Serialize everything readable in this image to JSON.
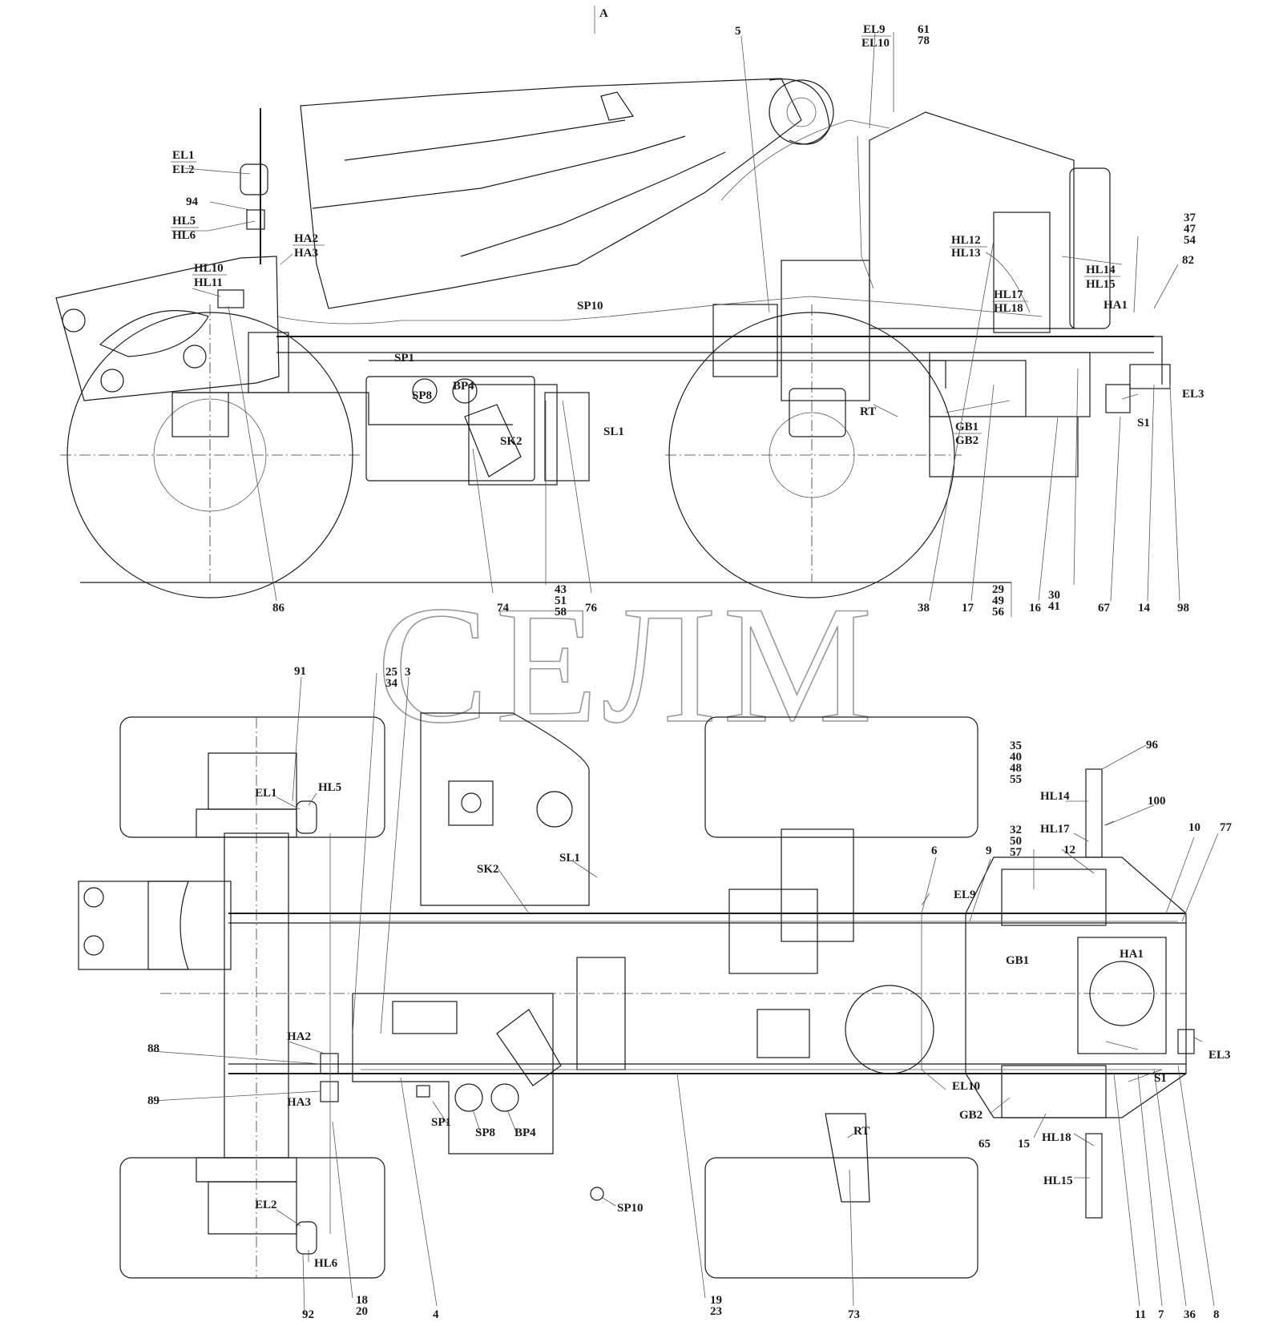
{
  "watermark": "СЕЛМ",
  "view_marker": "А",
  "side_labels": {
    "el1_el2": [
      "EL1",
      "EL2"
    ],
    "n94": "94",
    "hl5_hl6": [
      "HL5",
      "HL6"
    ],
    "ha2_ha3": [
      "HA2",
      "HA3"
    ],
    "hl10_hl11": [
      "HL10",
      "HL11"
    ],
    "sp1": "SP1",
    "sp8": "SP8",
    "bp4": "BP4",
    "sk2": "SK2",
    "sp10": "SP10",
    "sl1": "SL1",
    "n5": "5",
    "el9_el10": [
      "EL9",
      "EL10"
    ],
    "n61_78": [
      "61",
      "78"
    ],
    "hl12_hl13": [
      "HL12",
      "HL13"
    ],
    "hl17_hl18": [
      "HL17",
      "HL18"
    ],
    "hl14_hl15": [
      "HL14",
      "HL15"
    ],
    "ha1": "HA1",
    "n37_47_54": [
      "37",
      "47",
      "54"
    ],
    "n82": "82",
    "el3": "EL3",
    "s1": "S1",
    "rt": "RT",
    "gb1_gb2": [
      "GB1",
      "GB2"
    ],
    "n86": "86",
    "n74": "74",
    "n43_51_58": [
      "43",
      "51",
      "58"
    ],
    "n76": "76",
    "n38": "38",
    "n17": "17",
    "n29_49_56": [
      "29",
      "49",
      "56"
    ],
    "n16": "16",
    "n30_41": [
      "30",
      "41"
    ],
    "n67": "67",
    "n14": "14",
    "n98": "98"
  },
  "top_labels": {
    "n91": "91",
    "n25_34": [
      "25",
      "34"
    ],
    "n3": "3",
    "el1": "EL1",
    "hl5": "HL5",
    "sk2": "SK2",
    "sl1": "SL1",
    "n6": "6",
    "n9": "9",
    "el9": "EL9",
    "n32_50_57": [
      "32",
      "50",
      "57"
    ],
    "n35_40_48_55": [
      "35",
      "40",
      "48",
      "55"
    ],
    "n96": "96",
    "hl14": "HL14",
    "n100": "100",
    "hl17": "HL17",
    "n10": "10",
    "n77": "77",
    "n12": "12",
    "gb1": "GB1",
    "ha1": "HA1",
    "el3": "EL3",
    "s1": "S1",
    "el10": "EL10",
    "gb2": "GB2",
    "n65": "65",
    "n15": "15",
    "hl18": "HL18",
    "hl15": "HL15",
    "rt": "RT",
    "sp1": "SP1",
    "sp8": "SP8",
    "bp4": "BP4",
    "sp10": "SP10",
    "ha2": "HA2",
    "ha3": "HA3",
    "n88": "88",
    "n89": "89",
    "el2": "EL2",
    "hl6": "HL6",
    "n92": "92",
    "n18_20": [
      "18",
      "20"
    ],
    "n4": "4",
    "n19_23": [
      "19",
      "23"
    ],
    "n73": "73",
    "n11": "11",
    "n7": "7",
    "n36": "36",
    "n8": "8"
  }
}
